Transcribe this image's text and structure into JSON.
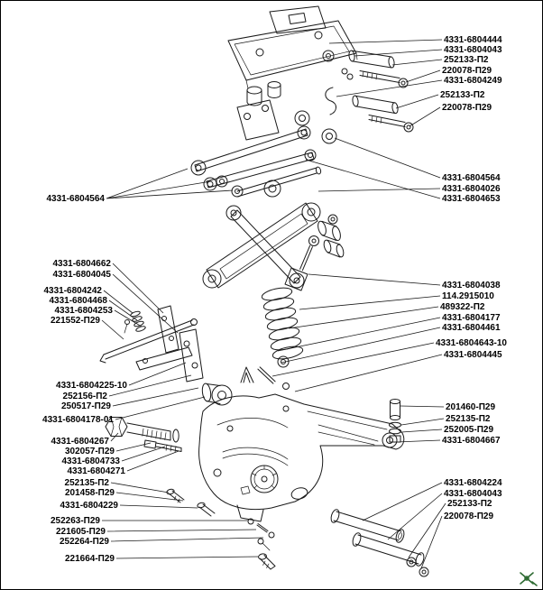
{
  "page": {
    "background": "#ffffff",
    "border_color": "#000000",
    "line_color": "#1a1a1a",
    "watermark_color": "#2e6b33"
  },
  "labels": {
    "left": [
      "4331-6804564",
      "4331-6804662",
      "4331-6804045",
      "4331-6804242",
      "4331-6804468",
      "4331-6804253",
      "221552-П29",
      "4331-6804225-10",
      "252156-П2",
      "250517-П29",
      "4331-6804178-01",
      "4331-6804267",
      "302057-П29",
      "4331-6804733",
      "4331-6804271",
      "252135-П2",
      "201458-П29",
      "4331-6804229",
      "252263-П29",
      "221605-П29",
      "252264-П29",
      "221664-П29"
    ],
    "right": [
      "4331-6804444",
      "4331-6804043",
      "252133-П2",
      "220078-П29",
      "4331-6804249",
      "252133-П2",
      "220078-П29",
      "4331-6804564",
      "4331-6804026",
      "4331-6804653",
      "4331-6804038",
      "114.2915010",
      "489322-П2",
      "4331-6804177",
      "4331-6804461",
      "4331-6804643-10",
      "4331-6804445",
      "201460-П29",
      "252135-П2",
      "252005-П29",
      "4331-6804667",
      "4331-6804224",
      "4331-6804043",
      "252133-П2",
      "220078-П29"
    ]
  }
}
